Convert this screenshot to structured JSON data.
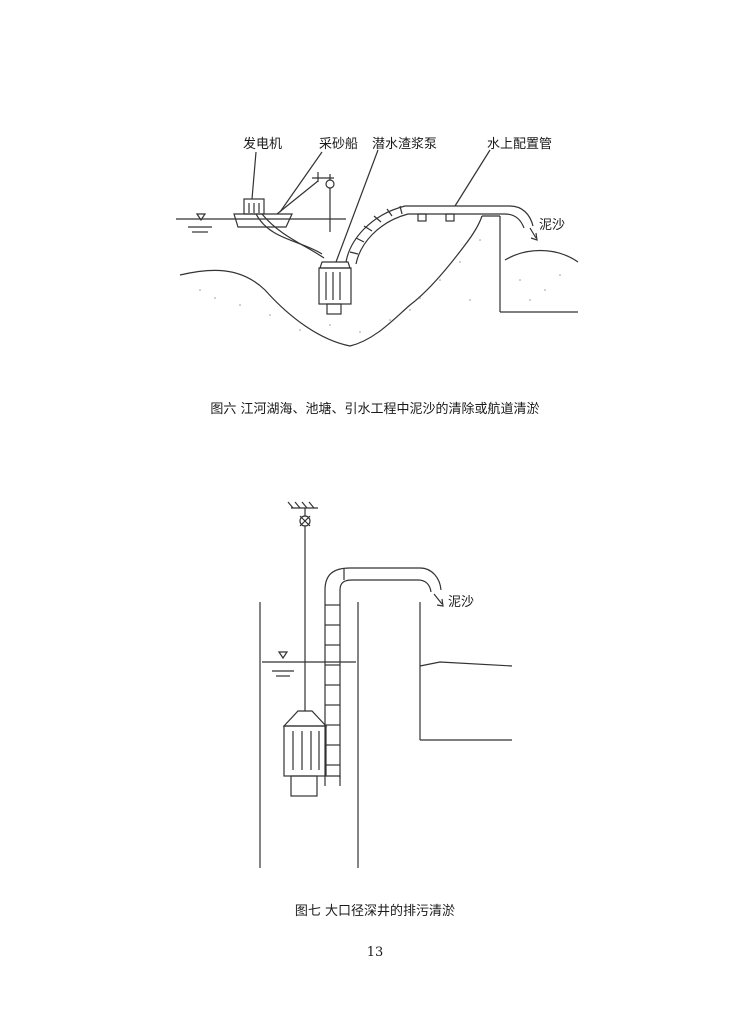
{
  "figure6": {
    "labels": {
      "generator": "发电机",
      "sand_boat": "采砂船",
      "pump": "潜水渣浆泵",
      "pipe": "水上配置管",
      "mud": "泥沙"
    },
    "caption": "图六  江河湖海、池塘、引水工程中泥沙的清除或航道清淤"
  },
  "figure7": {
    "labels": {
      "mud": "泥沙"
    },
    "caption": "图七  大口径深井的排污清淤"
  },
  "page_number": "13"
}
